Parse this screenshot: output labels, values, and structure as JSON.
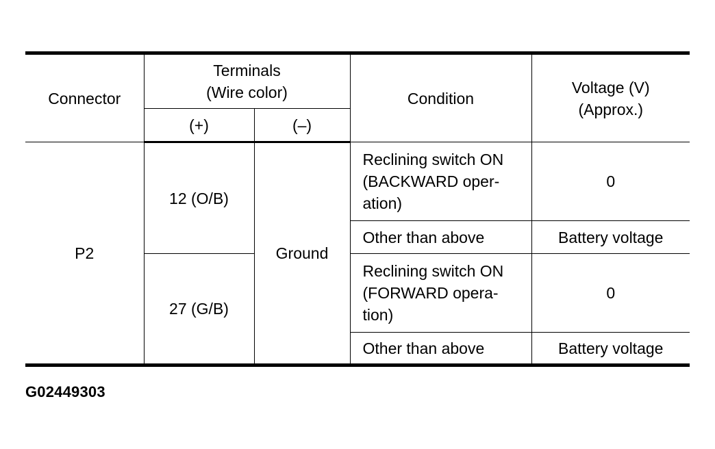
{
  "table": {
    "headers": {
      "connector": "Connector",
      "terminals": "Terminals",
      "wire_color": "(Wire color)",
      "plus": "(+)",
      "minus": "(–)",
      "condition": "Condition",
      "voltage": "Voltage (V)",
      "approx": "(Approx.)"
    },
    "connector": "P2",
    "ground": "Ground",
    "rows": [
      {
        "terminal": "12 (O/B)",
        "conditions": [
          {
            "lines": [
              "Reclining switch ON",
              "(BACKWARD oper-",
              "ation)"
            ],
            "voltage": "0"
          },
          {
            "lines": [
              "Other than above"
            ],
            "voltage": "Battery voltage"
          }
        ]
      },
      {
        "terminal": "27 (G/B)",
        "conditions": [
          {
            "lines": [
              "Reclining switch ON",
              "(FORWARD opera-",
              "tion)"
            ],
            "voltage": "0"
          },
          {
            "lines": [
              "Other than above"
            ],
            "voltage": "Battery voltage"
          }
        ]
      }
    ]
  },
  "figure_id": "G02449303"
}
